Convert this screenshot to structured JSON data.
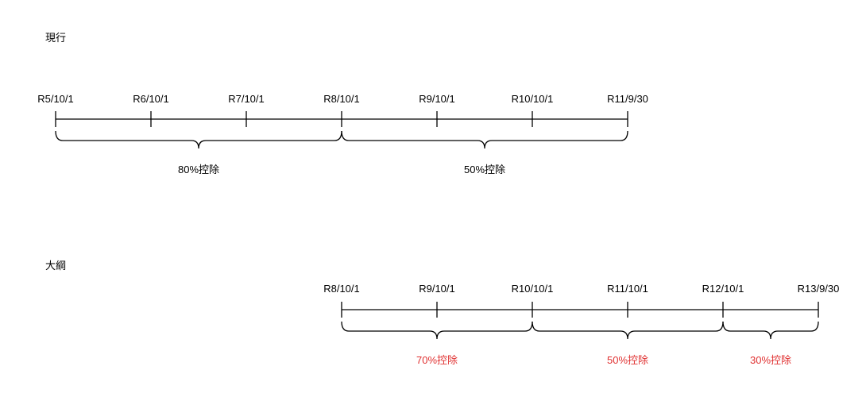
{
  "colors": {
    "text": "#000000",
    "line": "#000000",
    "highlight": "#e03131"
  },
  "current": {
    "title": "現行",
    "dates": [
      "R5/10/1",
      "R6/10/1",
      "R7/10/1",
      "R8/10/1",
      "R9/10/1",
      "R10/10/1",
      "R11/9/30"
    ],
    "segments": [
      {
        "label": "80%控除"
      },
      {
        "label": "50%控除"
      }
    ]
  },
  "proposed": {
    "title": "大綱",
    "dates": [
      "R8/10/1",
      "R9/10/1",
      "R10/10/1",
      "R11/10/1",
      "R12/10/1",
      "R13/9/30"
    ],
    "segments": [
      {
        "label": "70%控除"
      },
      {
        "label": "50%控除"
      },
      {
        "label": "30%控除"
      }
    ]
  }
}
